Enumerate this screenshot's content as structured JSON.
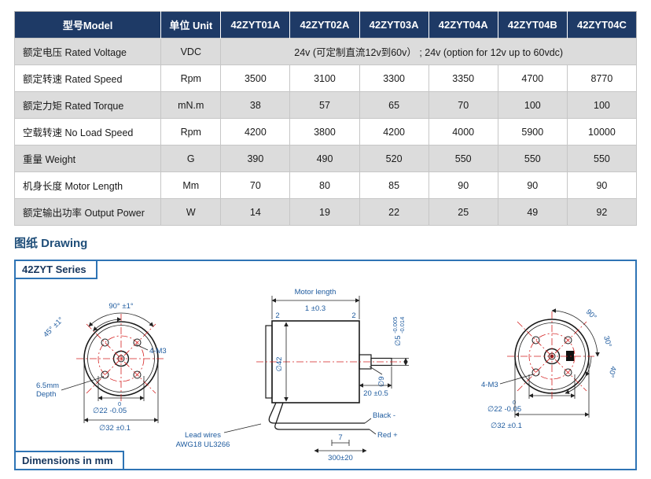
{
  "table": {
    "header": {
      "model_col": "型号Model",
      "unit_col": "单位 Unit",
      "models": [
        "42ZYT01A",
        "42ZYT02A",
        "42ZYT03A",
        "42ZYT04A",
        "42ZYT04B",
        "42ZYT04C"
      ]
    },
    "rows": [
      {
        "label": "额定电压 Rated Voltage",
        "unit": "VDC",
        "span": "24v (可定制直流12v到60v） ;  24v (option for 12v up to 60vdc)"
      },
      {
        "label": "额定转速 Rated Speed",
        "unit": "Rpm",
        "values": [
          "3500",
          "3100",
          "3300",
          "3350",
          "4700",
          "8770"
        ]
      },
      {
        "label": "额定力矩 Rated Torque",
        "unit": "mN.m",
        "values": [
          "38",
          "57",
          "65",
          "70",
          "100",
          "100"
        ]
      },
      {
        "label": "空载转速 No Load Speed",
        "unit": "Rpm",
        "values": [
          "4200",
          "3800",
          "4200",
          "4000",
          "5900",
          "10000"
        ]
      },
      {
        "label": "重量 Weight",
        "unit": "G",
        "values": [
          "390",
          "490",
          "520",
          "550",
          "550",
          "550"
        ]
      },
      {
        "label": "机身长度 Motor Length",
        "unit": "Mm",
        "values": [
          "70",
          "80",
          "85",
          "90",
          "90",
          "90"
        ]
      },
      {
        "label": "额定输出功率 Output Power",
        "unit": "W",
        "values": [
          "14",
          "19",
          "22",
          "25",
          "49",
          "92"
        ]
      }
    ]
  },
  "drawing": {
    "section_title": "图纸 Drawing",
    "series_tab": "42ZYT Series",
    "dimensions_tab": "Dimensions in mm",
    "front": {
      "angle_90": "90°  ±1°",
      "angle_45": "45° ±1°",
      "holes": "4-M3",
      "depth_line1": "6.5mm",
      "depth_line2": "Depth",
      "dia22": "∅22 -0.05",
      "dia22_sup": "0",
      "dia32": "∅32 ±0.1"
    },
    "side": {
      "motor_length": "Motor length",
      "length_tol": "1 ±0.3",
      "cap_left": "2",
      "cap_right": "2",
      "dia42": "∅42",
      "dia5": "∅5",
      "dia5_tol_top": "-0.005",
      "dia5_tol_bot": "-0.014",
      "dia9": "∅9",
      "shaft_len": "20 ±0.5",
      "wire_black": "Black -",
      "wire_red": "Red +",
      "wire_tip": "7",
      "wire_len": "300±20",
      "lead_line1": "Lead wires",
      "lead_line2": "AWG18 UL3266"
    },
    "rear": {
      "angle_90": "90°",
      "angle_30": "30°",
      "angle_40": "40°",
      "holes": "4-M3",
      "dia22": "∅22 -0.05",
      "dia22_sup": "0",
      "dia32": "∅32 ±0.1"
    }
  }
}
